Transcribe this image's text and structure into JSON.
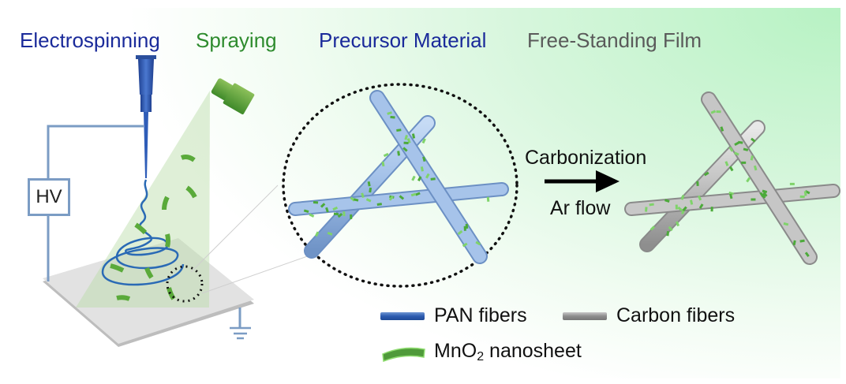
{
  "titles": {
    "electrospinning": "Electrospinning",
    "spraying": "Spraying",
    "precursor": "Precursor Material",
    "film": "Free-Standing Film"
  },
  "apparatus": {
    "power_supply_label": "HV"
  },
  "process": {
    "step_label": "Carbonization",
    "condition_label": "Ar flow"
  },
  "legend": {
    "pan_label": "PAN fibers",
    "carbon_label": "Carbon fibers",
    "mno2_label_main": "MnO",
    "mno2_subscript": "2",
    "mno2_label_rest": " nanosheet"
  },
  "colors": {
    "electrospinning_title": "#1a2a9a",
    "spraying_title": "#2e8b2e",
    "film_title": "#5a5a5a",
    "pan_fiber": "#9dbde6",
    "carbon_fiber": "#bdbdbd",
    "nanosheet": "#6cc45a",
    "background_accent": "#b7f2c3"
  }
}
